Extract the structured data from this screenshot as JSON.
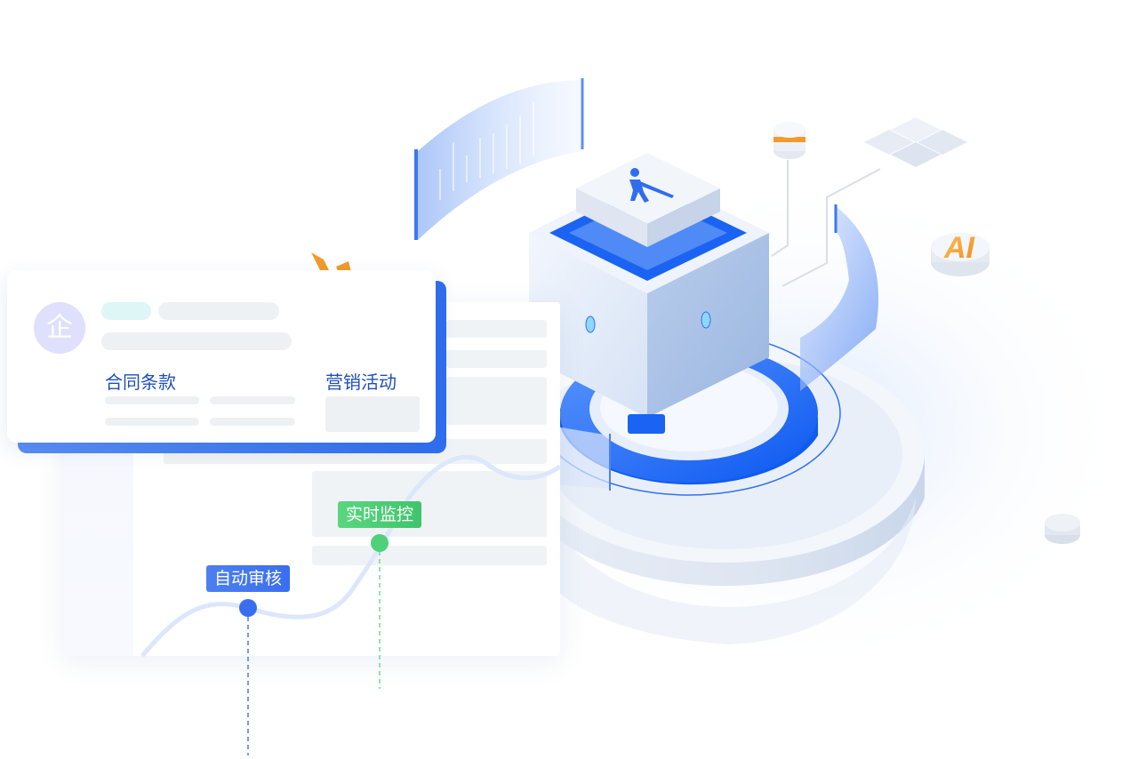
{
  "card": {
    "avatar_char": "企",
    "label_left": "合同条款",
    "label_right": "营销活动"
  },
  "tags": {
    "auto_review": "自动审核",
    "realtime_monitor": "实时监控"
  },
  "badges": {
    "ai": "AI"
  },
  "colors": {
    "primary_blue": "#1f66f5",
    "light_blue": "#8fb4fb",
    "green": "#4fd07a",
    "orange": "#f39a2a",
    "card_text": "#1f4fb8"
  },
  "icons": [
    "person-pulling-icon",
    "avatar-icon"
  ]
}
